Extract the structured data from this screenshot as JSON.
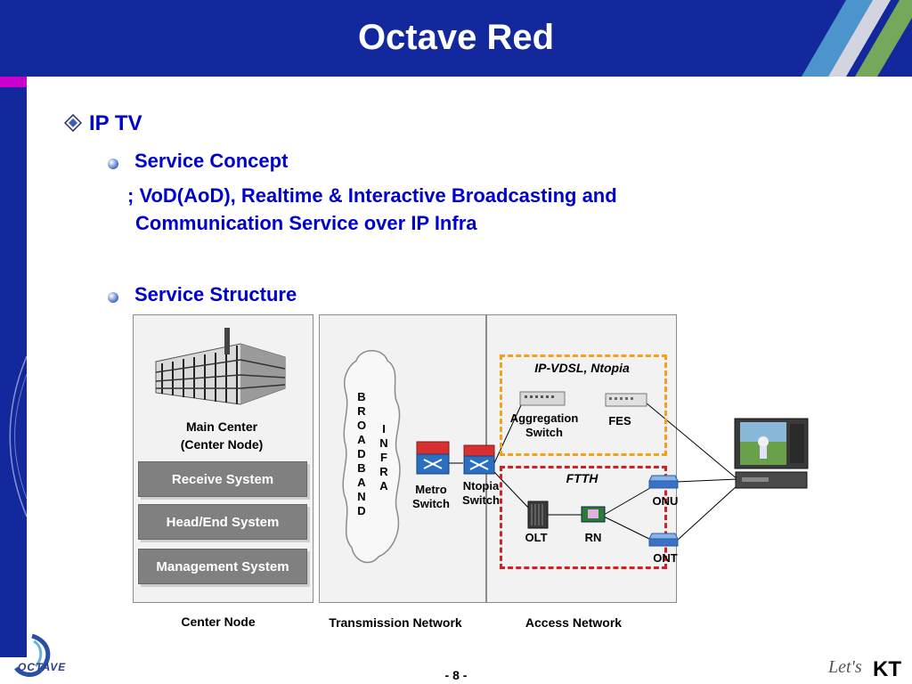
{
  "slide": {
    "title": "Octave Red",
    "page_number": "- 8 -"
  },
  "content": {
    "heading": "IP TV",
    "bullet1": "Service Concept",
    "desc_line1": ";  VoD(AoD), Realtime & Interactive Broadcasting and",
    "desc_line2": "Communication Service over IP Infra",
    "bullet2": "Service Structure"
  },
  "diagram": {
    "main_center_line1": "Main Center",
    "main_center_line2": "(Center Node)",
    "systems": [
      "Receive System",
      "Head/End System",
      "Management System"
    ],
    "broadband": [
      "B",
      "R",
      "O",
      "A",
      "D",
      "B",
      "A",
      "N",
      "D"
    ],
    "infra": [
      "I",
      "N",
      "F",
      "R",
      "A"
    ],
    "metro_switch_line1": "Metro",
    "metro_switch_line2": "Switch",
    "ntopia_switch_line1": "Ntopia",
    "ntopia_switch_line2": "Switch",
    "vdsl_label": "IP-VDSL, Ntopia",
    "aggregation_line1": "Aggregation",
    "aggregation_line2": "Switch",
    "fes_label": "FES",
    "ftth_label": "FTTH",
    "olt_label": "OLT",
    "rn_label": "RN",
    "onu_label": "ONU",
    "ont_label": "ONT",
    "section_labels": [
      "Center Node",
      "Transmission Network",
      "Access Network"
    ]
  },
  "footer": {
    "logo_text": "OCTAVE",
    "kt_logo_script": "Let's",
    "kt_logo_bold": "KT"
  },
  "colors": {
    "header_blue": "#12289c",
    "text_blue": "#0000cc",
    "dash_orange": "#f5a01a",
    "dash_red": "#d42020"
  }
}
